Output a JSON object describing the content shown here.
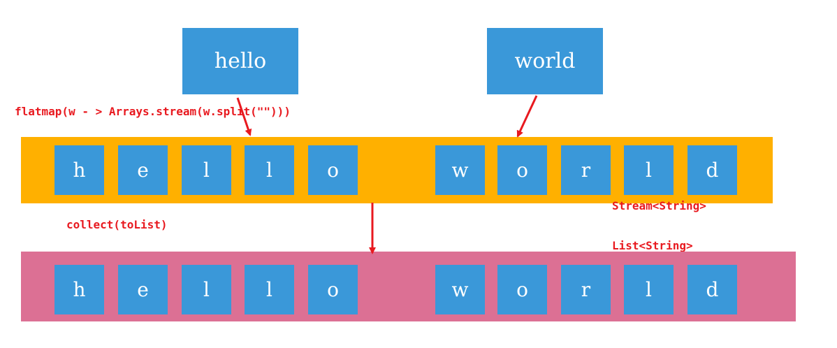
{
  "words": [
    "hello",
    "world"
  ],
  "operations": {
    "flatmap": "flatmap(w - > Arrays.stream(w.split(\"\")))",
    "collect": "collect(toList)"
  },
  "types": {
    "stream": "Stream<String>",
    "list": "List<String>"
  },
  "stream_chars": [
    "h",
    "e",
    "l",
    "l",
    "o",
    "w",
    "o",
    "r",
    "l",
    "d"
  ],
  "list_chars": [
    "h",
    "e",
    "l",
    "l",
    "o",
    "w",
    "o",
    "r",
    "l",
    "d"
  ],
  "colors": {
    "box": "#3a98d9",
    "stream_band": "#ffb000",
    "list_band": "#dc7094",
    "label": "#e8191f",
    "arrow": "#e8191f"
  }
}
